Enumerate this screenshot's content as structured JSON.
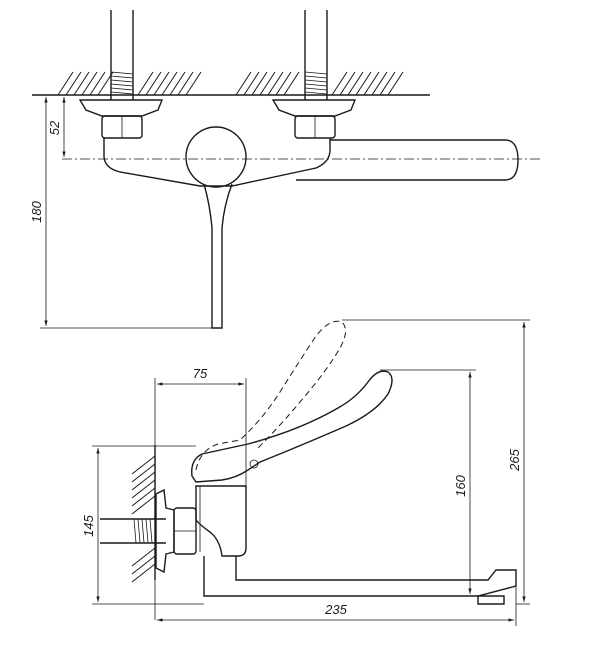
{
  "dimensions": {
    "top_offset": "52",
    "top_height": "180",
    "handle_reach": "75",
    "body_height": "145",
    "lever_height": "160",
    "total_height": "265",
    "spout_length": "235"
  }
}
